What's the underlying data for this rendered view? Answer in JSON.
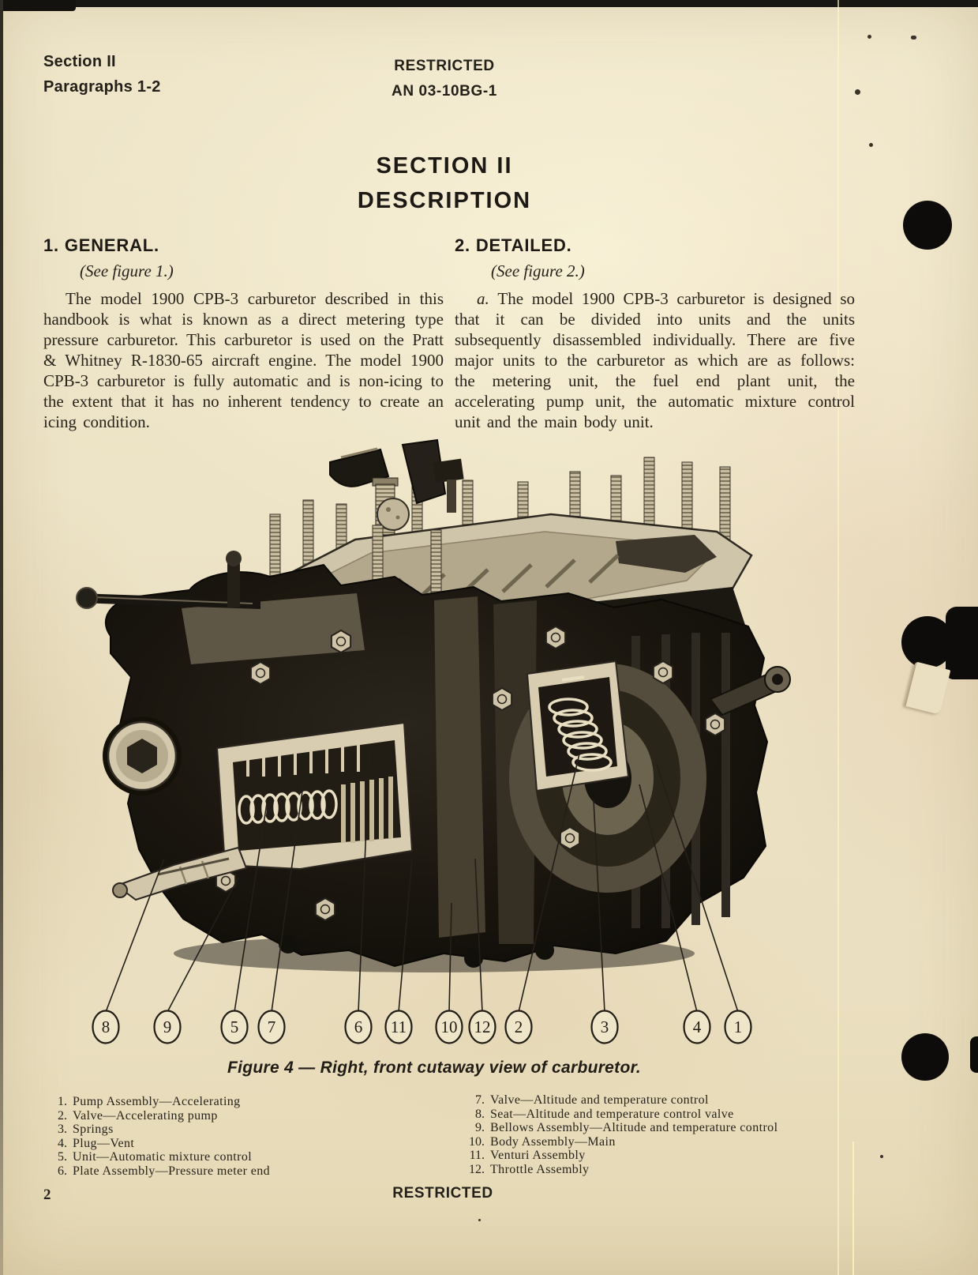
{
  "header": {
    "section_line": "Section II",
    "paragraphs_line": "Paragraphs 1-2",
    "classification": "RESTRICTED",
    "doc_number": "AN 03-10BG-1"
  },
  "title": {
    "section": "SECTION II",
    "subtitle": "DESCRIPTION"
  },
  "general": {
    "heading": "1. GENERAL.",
    "figure_ref": "(See figure 1.)",
    "paragraph": "The model 1900 CPB-3 carburetor described in this handbook is what is known as a direct metering type pressure carburetor. This carburetor is used on the Pratt & Whitney R-1830-65 aircraft engine. The model 1900 CPB-3 carburetor is fully automatic and is non-icing to the extent that it has no inherent tendency to create an icing condition."
  },
  "detailed": {
    "heading": "2. DETAILED.",
    "figure_ref": "(See figure 2.)",
    "lead": "a.",
    "paragraph": "The model 1900 CPB-3 carburetor is designed so that it can be divided into units and the units subsequently disassembled individually. There are five major units to the carburetor as which are as follows: the metering unit, the fuel end plant unit, the accelerating pump unit, the automatic mixture control unit and the main body unit."
  },
  "figure": {
    "caption": "Figure 4 — Right, front cutaway view of carburetor.",
    "callouts": [
      "8",
      "9",
      "5",
      "7",
      "6",
      "11",
      "10",
      "12",
      "2",
      "3",
      "4",
      "1"
    ]
  },
  "legend_left": [
    {
      "num": "1.",
      "text": "Pump Assembly—Accelerating"
    },
    {
      "num": "2.",
      "text": "Valve—Accelerating pump"
    },
    {
      "num": "3.",
      "text": "Springs"
    },
    {
      "num": "4.",
      "text": "Plug—Vent"
    },
    {
      "num": "5.",
      "text": "Unit—Automatic mixture control"
    },
    {
      "num": "6.",
      "text": "Plate Assembly—Pressure meter end"
    }
  ],
  "legend_right": [
    {
      "num": "7.",
      "text": "Valve—Altitude and temperature control"
    },
    {
      "num": "8.",
      "text": "Seat—Altitude and temperature control valve"
    },
    {
      "num": "9.",
      "text": "Bellows Assembly—Altitude and temperature control"
    },
    {
      "num": "10.",
      "text": "Body Assembly—Main"
    },
    {
      "num": "11.",
      "text": "Venturi Assembly"
    },
    {
      "num": "12.",
      "text": "Throttle Assembly"
    }
  ],
  "footer": {
    "page_number": "2",
    "classification": "RESTRICTED"
  },
  "colors": {
    "paper": "#ede3c6",
    "ink": "#28231b",
    "figure_dark": "#14110c",
    "figure_light": "#d8cdb0"
  }
}
